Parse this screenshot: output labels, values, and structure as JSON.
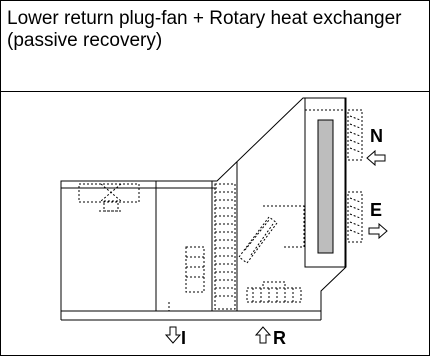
{
  "title": "Lower return plug-fan + Rotary heat exchanger (passive recovery)",
  "labels": {
    "n": "N",
    "e": "E",
    "i": "I",
    "r": "R"
  },
  "colors": {
    "line": "#000000",
    "hatch_fill": "#bbbbbb",
    "wheel_fill": "#bdbdbd"
  },
  "icons": {
    "n_arrow": "arrow-left-outline",
    "e_arrow": "arrow-right-outline",
    "i_arrow": "arrow-down-outline",
    "r_arrow": "arrow-up-outline"
  }
}
